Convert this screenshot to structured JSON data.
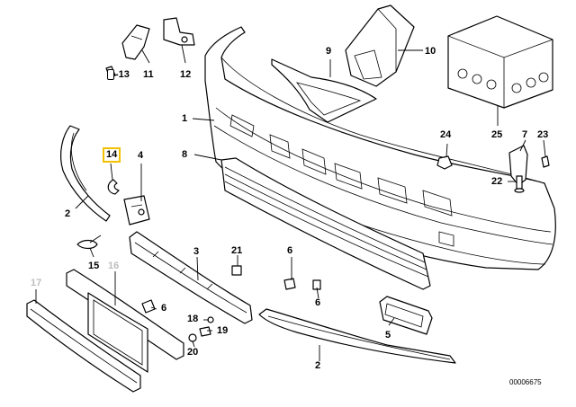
{
  "callouts": [
    {
      "id": "c1",
      "text": "1"
    },
    {
      "id": "c2a",
      "text": "2"
    },
    {
      "id": "c2b",
      "text": "2"
    },
    {
      "id": "c3",
      "text": "3"
    },
    {
      "id": "c4",
      "text": "4"
    },
    {
      "id": "c5",
      "text": "5"
    },
    {
      "id": "c6a",
      "text": "6"
    },
    {
      "id": "c6b",
      "text": "6"
    },
    {
      "id": "c6c",
      "text": "6"
    },
    {
      "id": "c7",
      "text": "7"
    },
    {
      "id": "c8",
      "text": "8"
    },
    {
      "id": "c9",
      "text": "9"
    },
    {
      "id": "c10",
      "text": "10"
    },
    {
      "id": "c11",
      "text": "11"
    },
    {
      "id": "c12",
      "text": "12"
    },
    {
      "id": "c13",
      "text": "-13"
    },
    {
      "id": "c14",
      "text": "14"
    },
    {
      "id": "c15",
      "text": "15"
    },
    {
      "id": "c16",
      "text": "16"
    },
    {
      "id": "c17",
      "text": "17"
    },
    {
      "id": "c18",
      "text": "18"
    },
    {
      "id": "c19",
      "text": "19"
    },
    {
      "id": "c20",
      "text": "20"
    },
    {
      "id": "c21",
      "text": "21"
    },
    {
      "id": "c22",
      "text": "22"
    },
    {
      "id": "c23",
      "text": "23"
    },
    {
      "id": "c24",
      "text": "24"
    },
    {
      "id": "c25",
      "text": "25"
    }
  ],
  "highlighted_part": "14",
  "diagram_id": "00006675",
  "colors": {
    "highlight_border": "#f2c200",
    "greyed_label": "#bdbdbd"
  }
}
